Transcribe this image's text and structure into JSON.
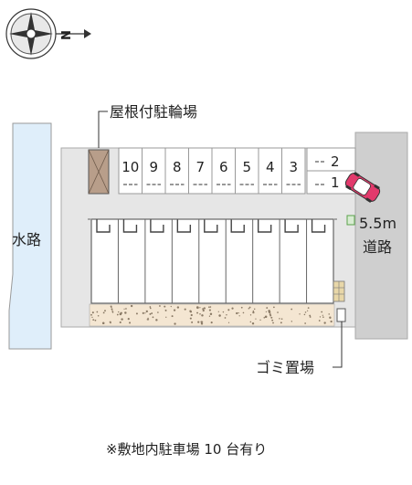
{
  "compass": {
    "north_label": "N"
  },
  "labels": {
    "bicycle_parking": "屋根付駐輪場",
    "waterway": "水路",
    "road_width": "5.5m",
    "road": "道路",
    "garbage": "ゴミ置場",
    "footer": "※敷地内駐車場 10 台有り"
  },
  "parking_spaces": [
    "10",
    "9",
    "8",
    "7",
    "6",
    "5",
    "4",
    "3"
  ],
  "side_spaces": [
    "2",
    "1"
  ],
  "colors": {
    "site": "#e6e6e6",
    "waterway": "#dfeefa",
    "road": "#cfcfcf",
    "bicycle": "#b89e8a",
    "gravel": "#f4e6d2",
    "car": "#e23a6c"
  }
}
